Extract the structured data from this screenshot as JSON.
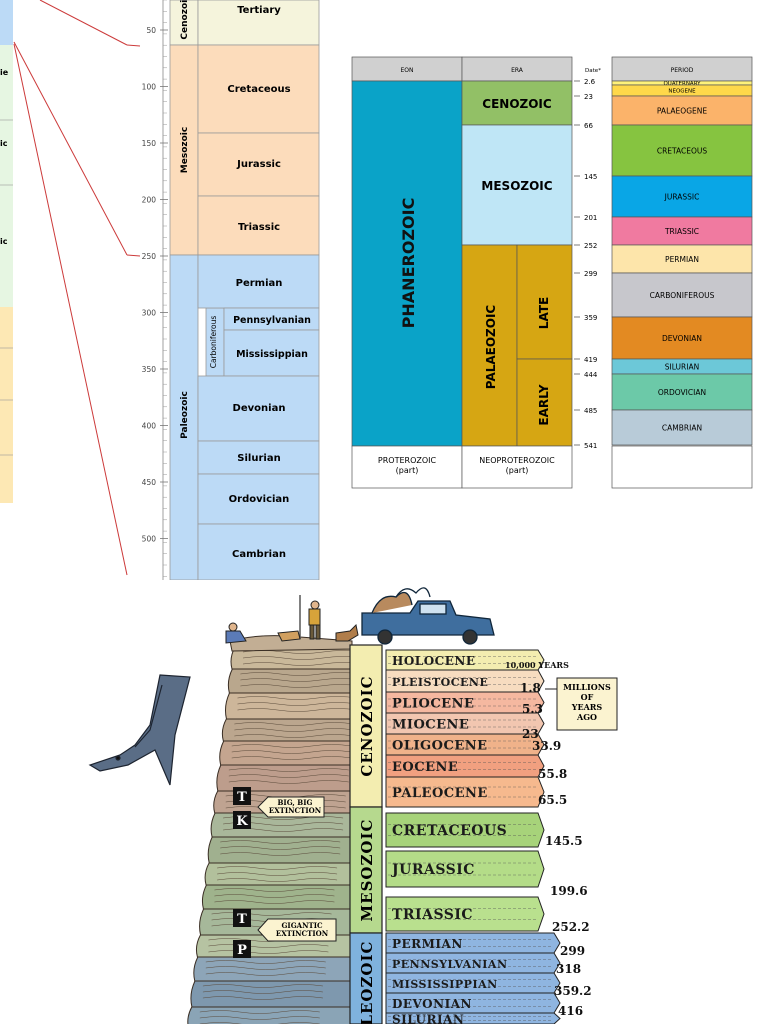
{
  "left_chart": {
    "axis_ticks": [
      "50",
      "100",
      "150",
      "200",
      "250",
      "300",
      "350",
      "400",
      "450",
      "500"
    ],
    "eras": {
      "cenozoic": "Cenozoic",
      "mesozoic": "Mesozoic",
      "paleozoic": "Paleozoic"
    },
    "carboniferous_label": "Carboniferous",
    "periods": {
      "tertiary": "Tertiary",
      "cretaceous": "Cretaceous",
      "jurassic": "Jurassic",
      "triassic": "Triassic",
      "permian": "Permian",
      "pennsylvanian": "Pennsylvanian",
      "mississippian": "Mississippian",
      "devonian": "Devonian",
      "silurian": "Silurian",
      "ordovician": "Ordovician",
      "cambrian": "Cambrian"
    },
    "cut_labels": [
      "ie",
      "ic",
      "ic"
    ],
    "colors": {
      "cenozoic": "#f5f4dc",
      "mesozoic": "#fcdcbb",
      "paleozoic": "#bcdaf6",
      "leftstrip_green": "#e6f6e2",
      "leftstrip_yellow": "#fde8b4",
      "connector": "#cc3a3a"
    }
  },
  "right_table": {
    "headers": {
      "eon": "EON",
      "era": "ERA",
      "date": "Date*",
      "period": "PERIOD"
    },
    "eon": {
      "phanerozoic": "PHANEROZOIC",
      "proterozoic": "PROTEROZOIC\n(part)"
    },
    "era": {
      "cenozoic": "CENOZOIC",
      "mesozoic": "MESOZOIC",
      "palaeozoic": "PALAEOZOIC",
      "late": "LATE",
      "early": "EARLY",
      "neoproterozoic": "NEOPROTEROZOIC\n(part)"
    },
    "dates": [
      "2.6",
      "23",
      "66",
      "145",
      "201",
      "252",
      "299",
      "359",
      "419",
      "444",
      "485",
      "541"
    ],
    "periods": [
      "QUATERNARY",
      "NEOGENE",
      "PALAEOGENE",
      "CRETACEOUS",
      "JURASSIC",
      "TRIASSIC",
      "PERMIAN",
      "CARBONIFEROUS",
      "DEVONIAN",
      "SILURIAN",
      "ORDOVICIAN",
      "CAMBRIAN"
    ],
    "colors": {
      "phanerozoic": "#0aa3c8",
      "cenozoic": "#92c066",
      "mesozoic": "#bfe6f6",
      "palaeozoic": "#d6a613",
      "quaternary": "#fff27a",
      "neogene": "#ffd84a",
      "palaeogene": "#fbb36a",
      "cretaceous": "#86c440",
      "jurassic": "#09a6e6",
      "triassic": "#f07aa0",
      "permian": "#fde5aa",
      "carboniferous": "#c7c7cc",
      "devonian": "#e38a22",
      "silurian": "#6cc8d8",
      "ordovician": "#6cc9a8",
      "cambrian": "#b8cbd8"
    }
  },
  "illustration": {
    "era_labels": {
      "cenozoic": "CENOZOIC",
      "mesozoic": "MESOZOIC",
      "paleozoic": "PALEOZOIC"
    },
    "epochs": [
      "HOLOCENE",
      "PLEISTOCENE",
      "PLIOCENE",
      "MIOCENE",
      "OLIGOCENE",
      "EOCENE",
      "PALEOCENE",
      "CRETACEOUS",
      "JURASSIC",
      "TRIASSIC",
      "PERMIAN",
      "PENNSYLVANIAN",
      "MISSISSIPPIAN",
      "DEVONIAN",
      "SILURIAN"
    ],
    "ages": [
      "10,000 YEARS",
      "1.8",
      "5.3",
      "23",
      "33.9",
      "55.8",
      "65.5",
      "145.5",
      "199.6",
      "252.2",
      "299",
      "318",
      "359.2",
      "416"
    ],
    "millions_note": "MILLIONS\nOF\nYEARS\nAGO",
    "callouts": {
      "kt": "BIG, BIG\nEXTINCTION",
      "pt": "GIGANTIC\nEXTINCTION"
    },
    "boundary_letters": [
      "T",
      "K",
      "T",
      "P"
    ]
  }
}
